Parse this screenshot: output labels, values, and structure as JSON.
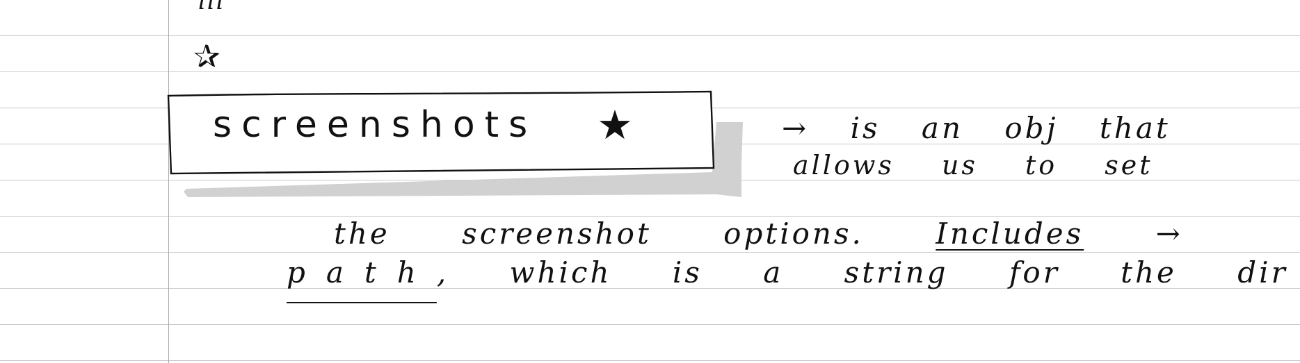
{
  "notebook": {
    "margin_mark": "ııı",
    "margin_star": "✰",
    "title": {
      "text": "screenshots",
      "star": "★"
    },
    "lines": [
      {
        "arrow": "→",
        "text": "is an obj that"
      },
      {
        "text": "allows us to set"
      },
      {
        "before": "the screenshot options.",
        "underlined": "Includes",
        "arrow": "→"
      },
      {
        "term": "path",
        "text": ", which is a string for the dir"
      }
    ]
  }
}
